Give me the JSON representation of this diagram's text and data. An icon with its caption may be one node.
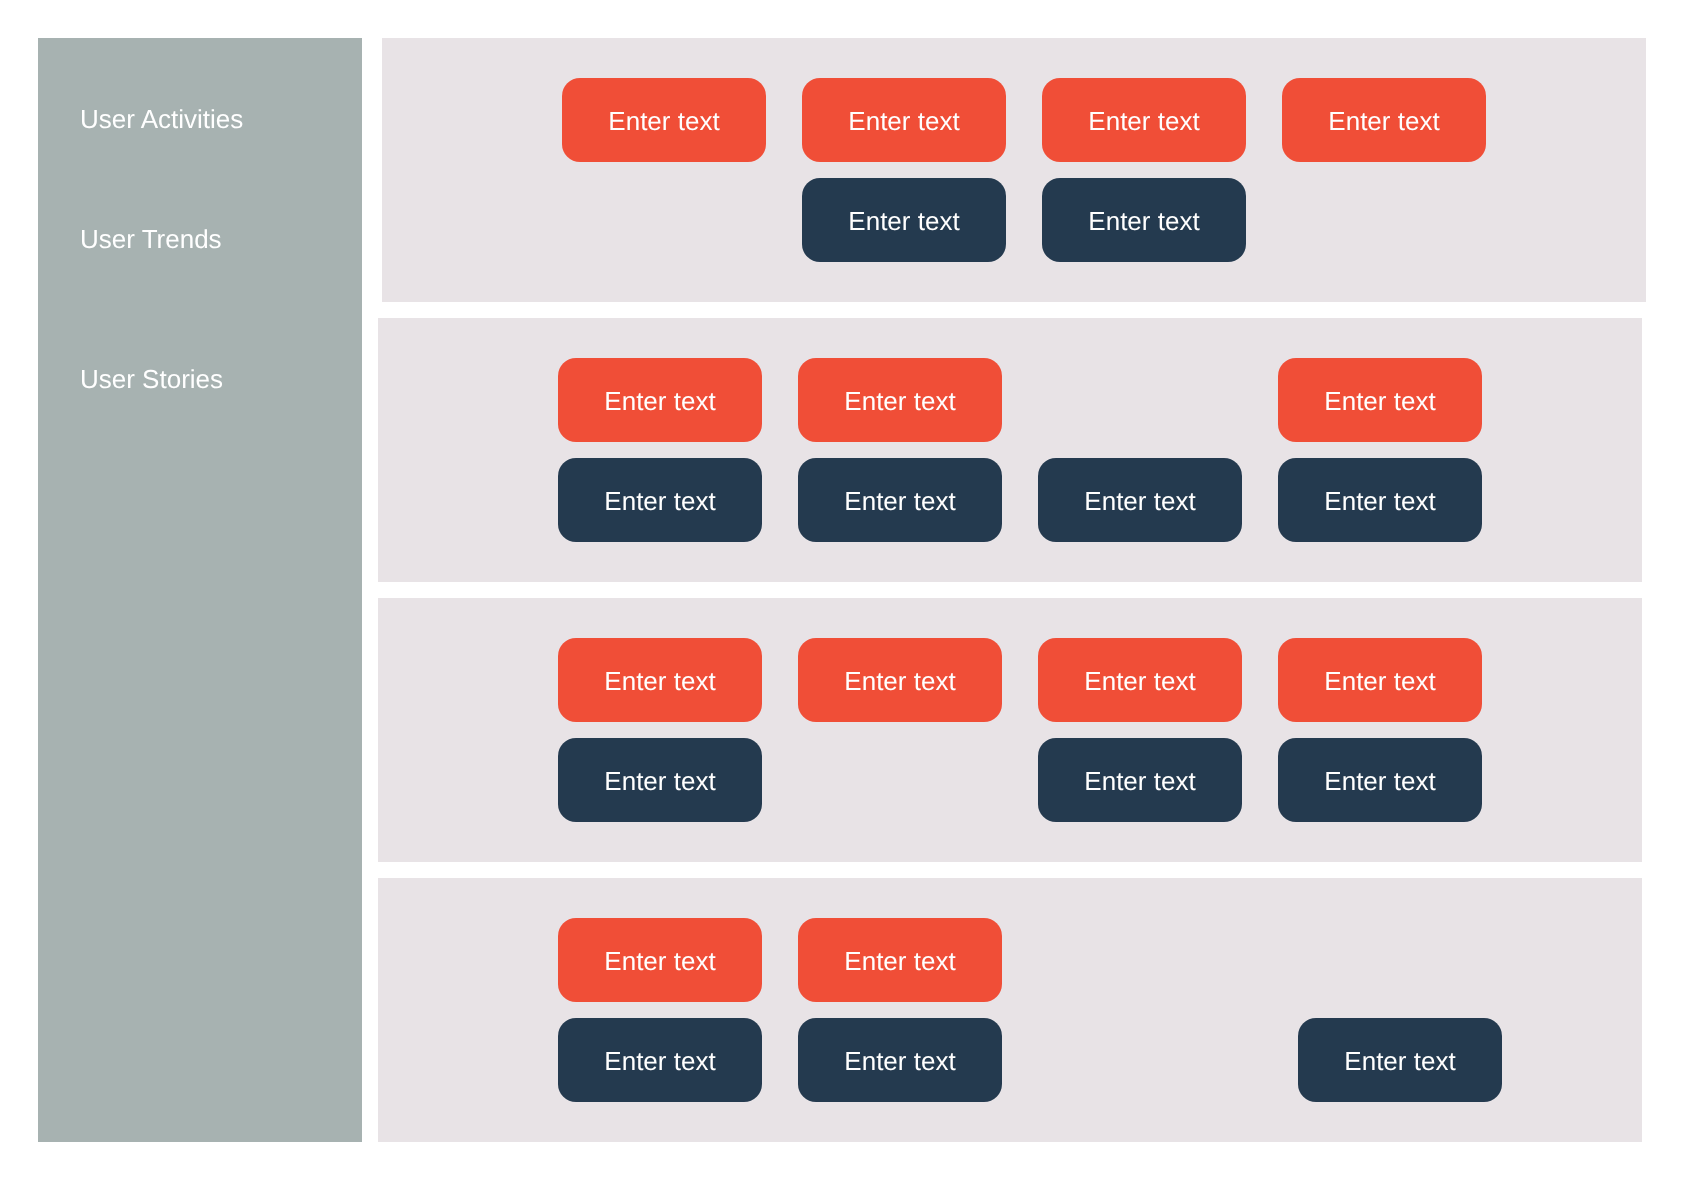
{
  "diagram": {
    "nodes": [
      {
        "text": [
          "User Activities",
          "User Trends",
          "User Stories"
        ]
      },
      {
        "text": [],
        "shape": "box"
      },
      {
        "text": [
          "Enter text"
        ],
        "in": 1
      },
      {
        "text": [
          "Enter text"
        ],
        "in": 1
      },
      {
        "text": [
          "Enter text"
        ],
        "in": 1
      },
      {
        "text": [
          "Enter text"
        ],
        "in": 1
      },
      {
        "text": [
          "Enter text"
        ],
        "in": 1
      },
      {
        "text": [
          "Enter text"
        ],
        "in": 1
      },
      {
        "text": [],
        "shape": "box"
      },
      {
        "text": [
          "Enter text"
        ],
        "in": 8
      },
      {
        "text": [
          "Enter text"
        ],
        "in": 8
      },
      {
        "text": [
          "Enter text"
        ],
        "in": 8
      },
      {
        "text": [
          "Enter text"
        ],
        "in": 8
      },
      {
        "text": [
          "Enter text"
        ],
        "in": 8
      },
      {
        "text": [
          "Enter text"
        ],
        "in": 8
      },
      {
        "text": [
          "Enter text"
        ],
        "in": 8
      },
      {
        "text": [],
        "shape": "box"
      },
      {
        "text": [
          "Enter text"
        ],
        "in": 16
      },
      {
        "text": [
          "Enter text"
        ],
        "in": 16
      },
      {
        "text": [
          "Enter text"
        ],
        "in": 16
      },
      {
        "text": [
          "Enter text"
        ],
        "in": 16
      },
      {
        "text": [
          "Enter text"
        ],
        "in": 16
      },
      {
        "text": [
          "Enter text"
        ],
        "in": 16
      },
      {
        "text": [
          "Enter text"
        ],
        "in": 16
      },
      {
        "text": [],
        "shape": "box"
      },
      {
        "text": [
          "Enter text"
        ],
        "in": 24
      },
      {
        "text": [
          "Enter text"
        ],
        "in": 24
      },
      {
        "text": [
          "Enter text"
        ],
        "in": 24
      },
      {
        "text": [
          "Enter text"
        ],
        "in": 24
      },
      {
        "text": [
          "Enter text"
        ],
        "in": 24
      }
    ],
    "edges": []
  }
}
